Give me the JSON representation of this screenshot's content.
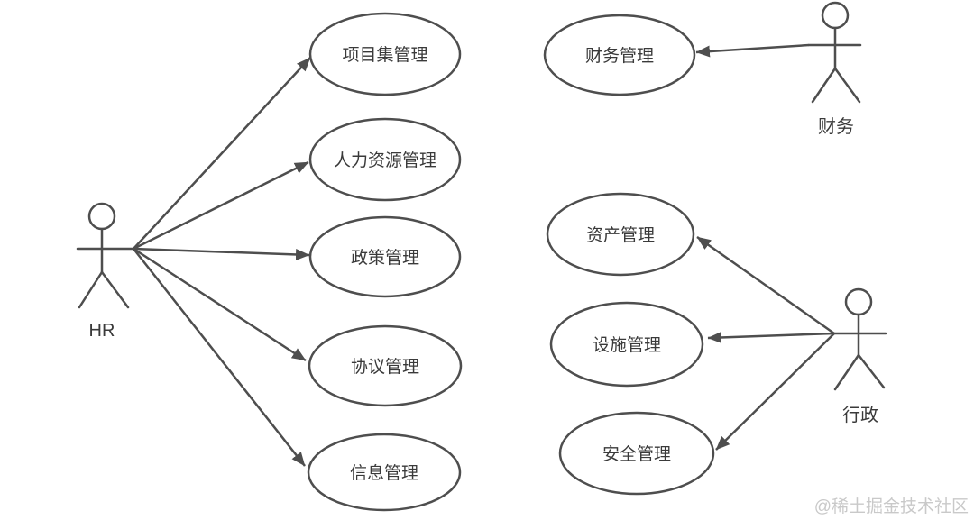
{
  "colors": {
    "line": "#4e4e4e",
    "text": "#3a3a3a",
    "watermark": "#c9c9c9",
    "background": "#ffffff"
  },
  "diagram": {
    "type": "uml-use-case-diagram",
    "actors": {
      "hr": {
        "label": "HR"
      },
      "finance": {
        "label": "财务"
      },
      "admin": {
        "label": "行政"
      }
    },
    "use_cases": {
      "program": {
        "label": "项目集管理"
      },
      "human_resource": {
        "label": "人力资源管理"
      },
      "policy": {
        "label": "政策管理"
      },
      "agreement": {
        "label": "协议管理"
      },
      "information": {
        "label": "信息管理"
      },
      "finance_mgmt": {
        "label": "财务管理"
      },
      "asset": {
        "label": "资产管理"
      },
      "facility": {
        "label": "设施管理"
      },
      "security": {
        "label": "安全管理"
      }
    },
    "associations": [
      {
        "from": "HR",
        "to": "项目集管理"
      },
      {
        "from": "HR",
        "to": "人力资源管理"
      },
      {
        "from": "HR",
        "to": "政策管理"
      },
      {
        "from": "HR",
        "to": "协议管理"
      },
      {
        "from": "HR",
        "to": "信息管理"
      },
      {
        "from": "财务",
        "to": "财务管理"
      },
      {
        "from": "行政",
        "to": "资产管理"
      },
      {
        "from": "行政",
        "to": "设施管理"
      },
      {
        "from": "行政",
        "to": "安全管理"
      }
    ]
  },
  "watermark": {
    "text": "@稀土掘金技术社区"
  }
}
